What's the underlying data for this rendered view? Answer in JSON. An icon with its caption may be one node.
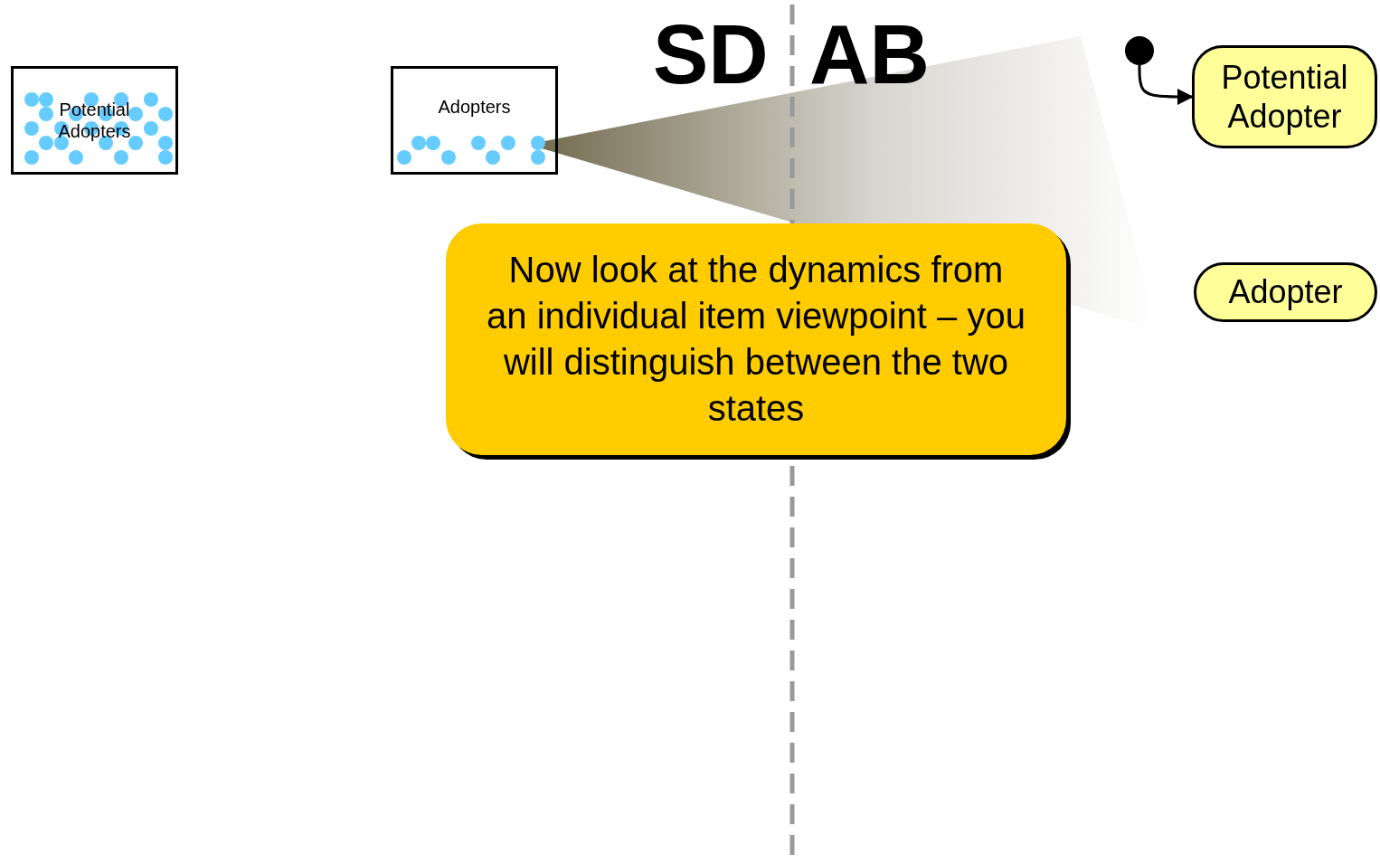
{
  "diagram": {
    "nodes": [
      {
        "text": [
          "Potential Adopters"
        ]
      },
      {
        "text": [
          "Adopters"
        ]
      },
      {
        "text": [],
        "shape": "circle"
      },
      {
        "text": [
          "Potential Adopter"
        ]
      },
      {
        "text": [
          "Adopter"
        ]
      },
      {
        "text": [
          "Now look at the dynamics from an individual item viewpoint – you will distinguish between the two states"
        ]
      }
    ],
    "edges": [
      {
        "from": 2,
        "to": 3,
        "arrow": "to"
      }
    ],
    "labels": [
      "SD",
      "AB"
    ]
  }
}
